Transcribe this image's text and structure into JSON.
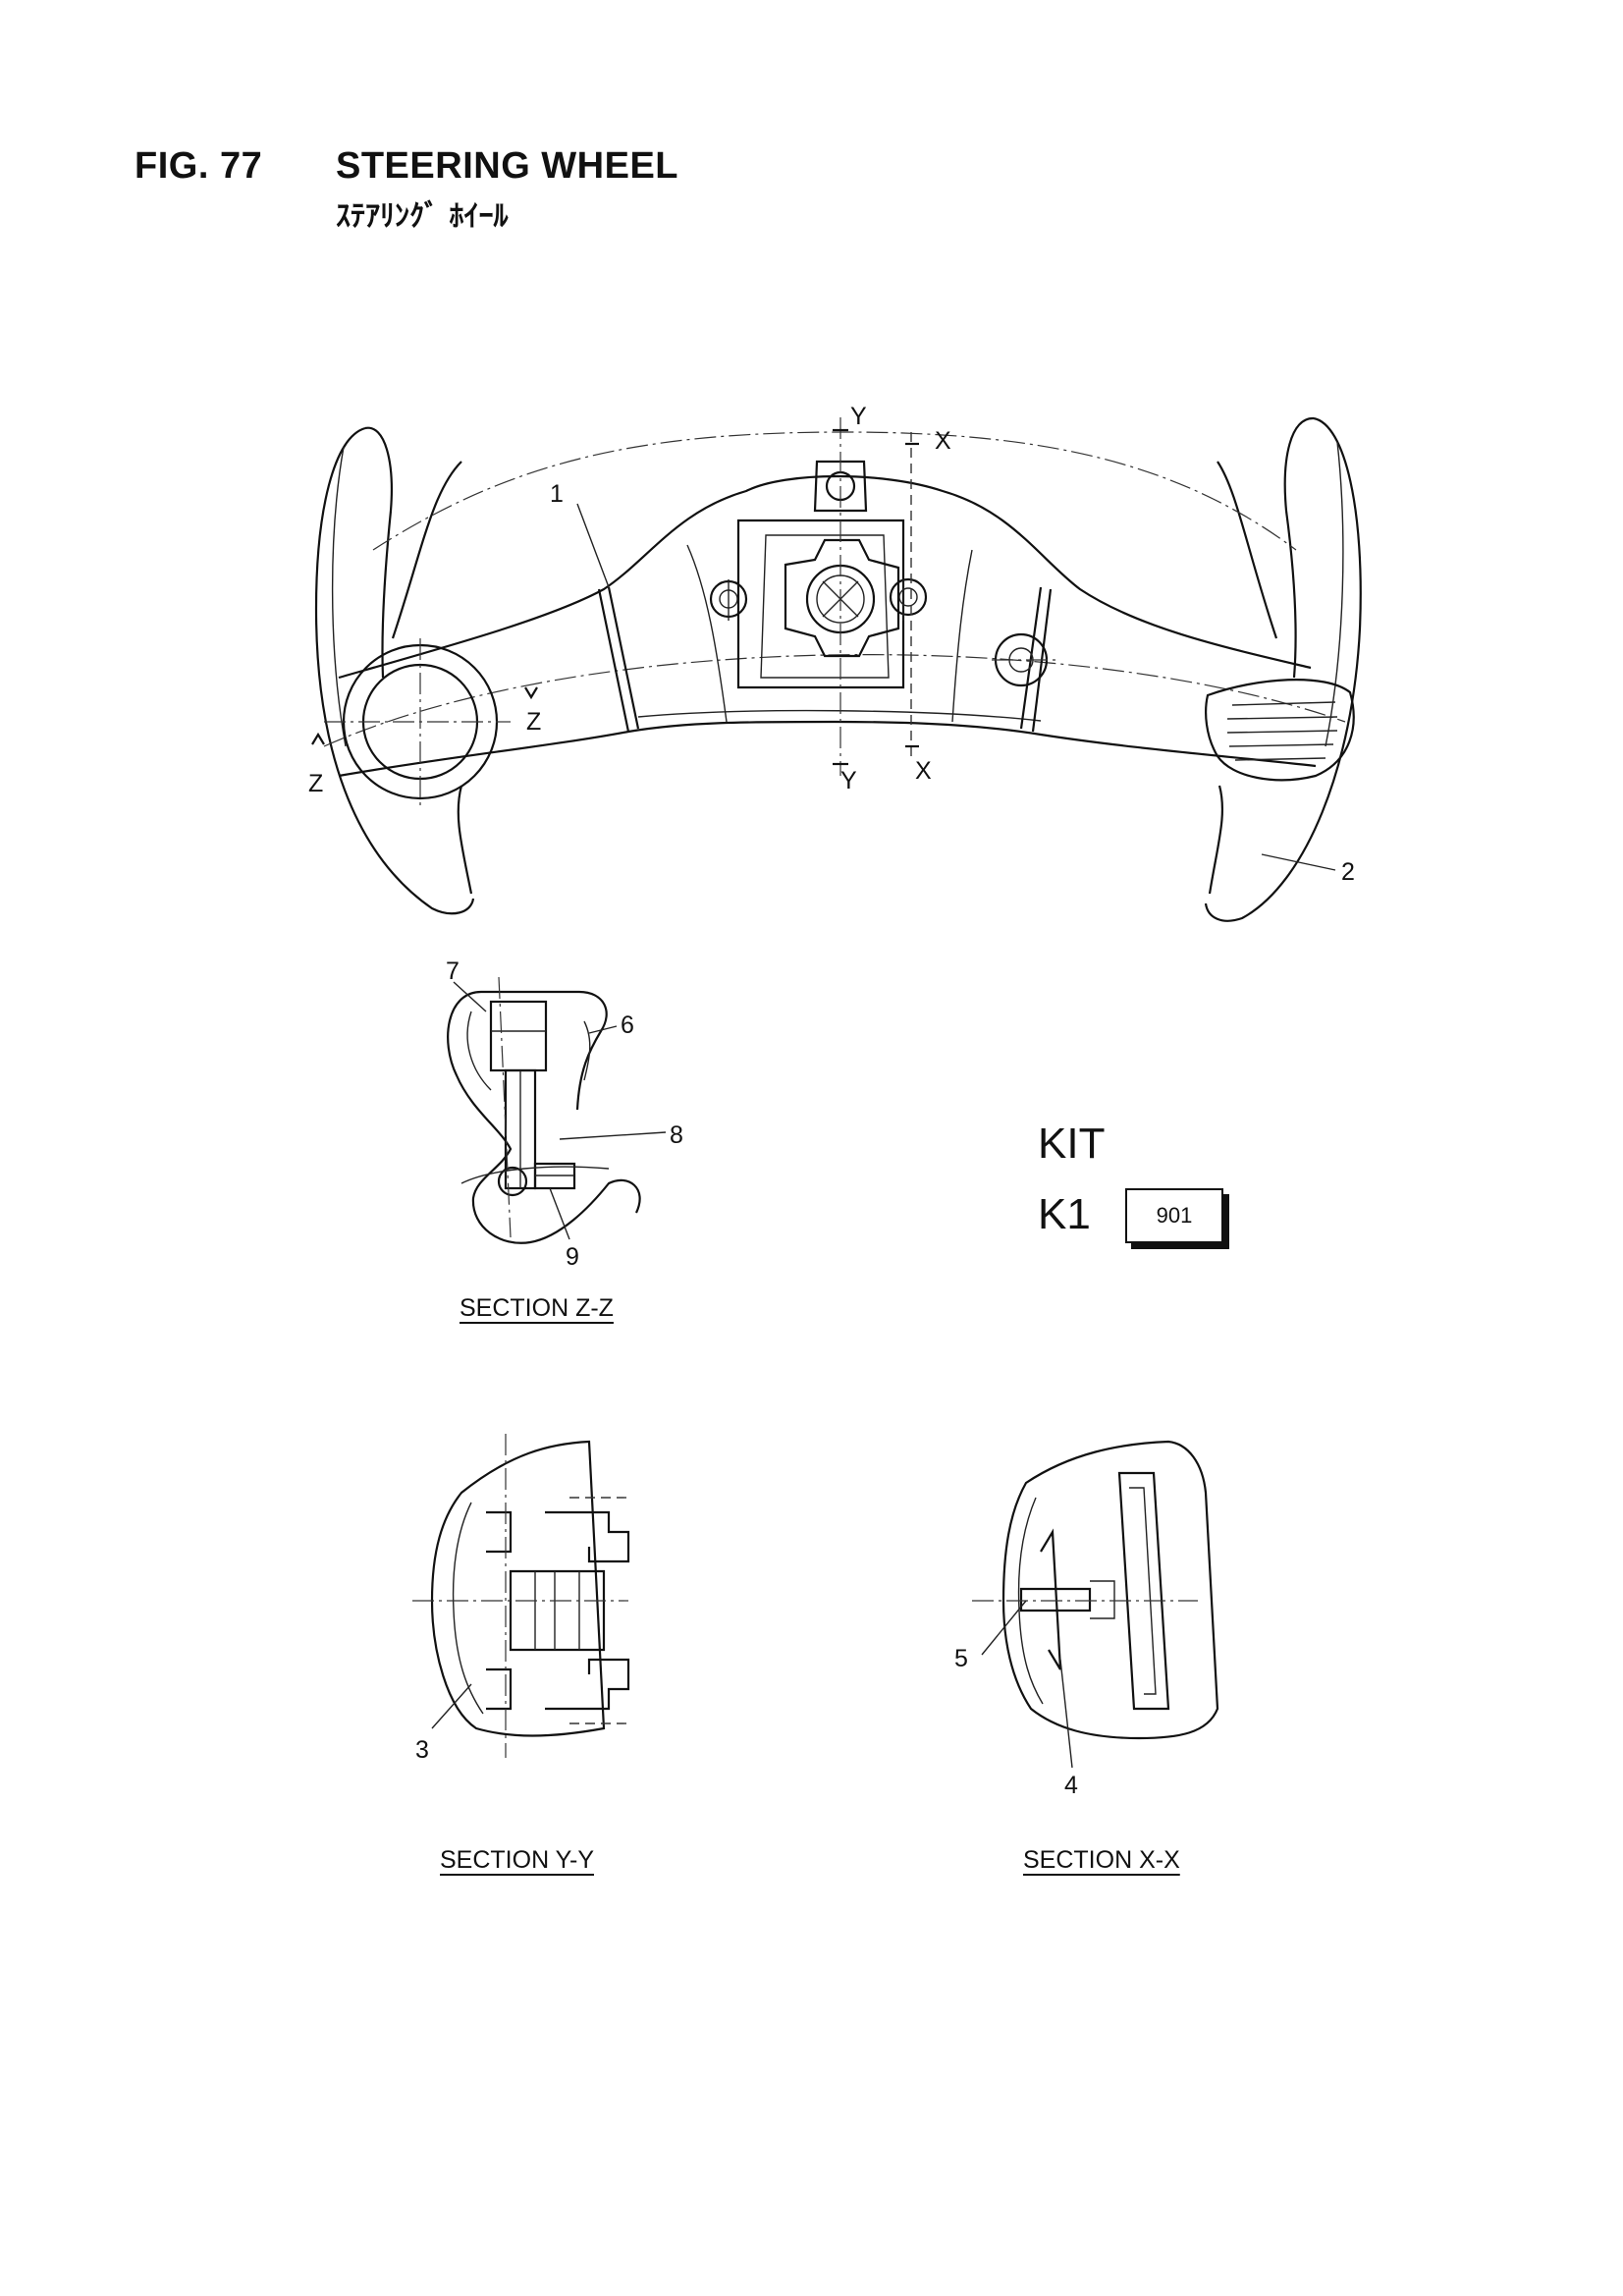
{
  "header": {
    "fig_number": "FIG. 77",
    "title": "STEERING WHEEL",
    "subtitle": "ｽﾃｱﾘﾝｸﾞ ﾎｲｰﾙ"
  },
  "callouts": [
    "1",
    "2",
    "3",
    "4",
    "5",
    "6",
    "7",
    "8",
    "9"
  ],
  "section_marks": {
    "z_top": "Z",
    "z_bottom": "Z",
    "y_top": "Y",
    "y_bottom": "Y",
    "x_top": "X",
    "x_bottom": "X"
  },
  "sections": {
    "zz": "SECTION Z-Z",
    "yy": "SECTION Y-Y",
    "xx": "SECTION X-X"
  },
  "kit": {
    "label": "KIT",
    "code": "K1",
    "part_number": "901"
  }
}
